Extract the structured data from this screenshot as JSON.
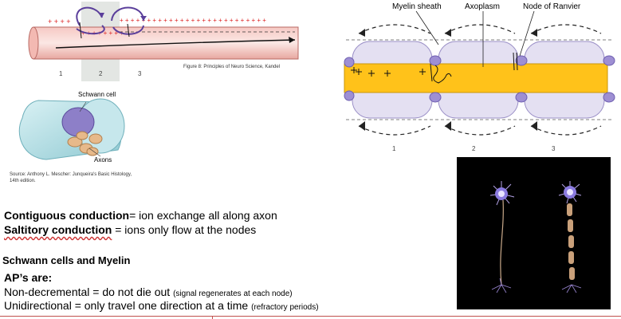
{
  "fig_continuous": {
    "numbers": [
      "1",
      "2",
      "3"
    ],
    "caption": "Figure 8: Principles of Neuro Science, Kandel"
  },
  "fig_schwann": {
    "label_cell": "Schwann cell",
    "label_axons": "Axons",
    "source_line1": "Source: Anthony L. Mescher: Junqueira's Basic Histology,",
    "source_line2": "14th edition."
  },
  "fig_saltatory": {
    "label_myelin": "Myelin sheath",
    "label_axoplasm": "Axoplasm",
    "label_node": "Node of Ranvier",
    "numbers": [
      "1",
      "2",
      "3"
    ]
  },
  "notes": {
    "contiguous_term": "Contiguous conduction",
    "contiguous_def": "= ion exchange all along axon",
    "saltatory_term": "Saltitory conduction",
    "saltatory_def": " = ions only flow at the nodes",
    "heading": "Schwann cells and Myelin",
    "aps_heading": "AP’s are:",
    "nondec_main": "Non-decremental = do not die out ",
    "nondec_note": "(signal regenerates at each node)",
    "unidir_main": "Unidirectional = only travel one direction at a time ",
    "unidir_note": "(refractory periods)"
  }
}
